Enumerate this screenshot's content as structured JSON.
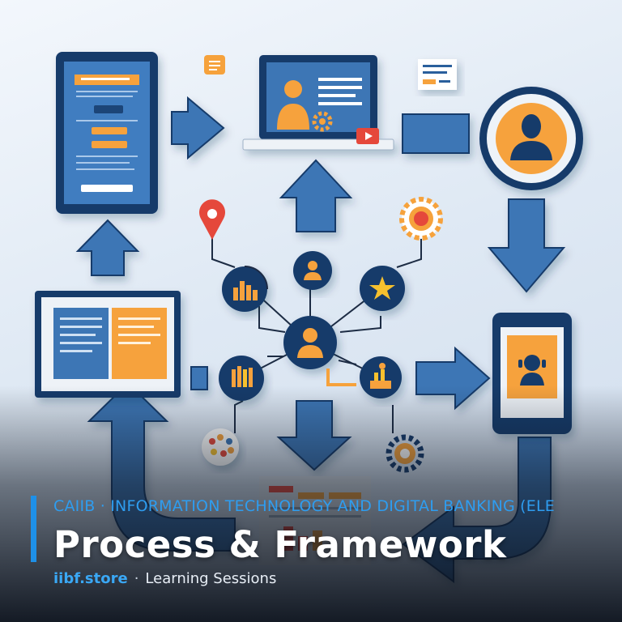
{
  "caption": {
    "category": "CAIIB  ·  INFORMATION TECHNOLOGY AND DIGITAL BANKING (ELE",
    "title": "Process & Framework",
    "brand": "iibf.store",
    "separator": "·",
    "subtitle": "Learning Sessions"
  },
  "colors": {
    "navy": "#173b6b",
    "blue": "#3d76b5",
    "light_blue": "#5b93cf",
    "orange": "#f6a23c",
    "accent": "#1e90e8",
    "white": "#ffffff"
  },
  "icons": [
    "tablet-form-icon",
    "laptop-user-icon",
    "user-avatar-icon",
    "chat-bubble-icon",
    "document-card-icon",
    "location-pin-icon",
    "gear-icon",
    "chart-icon",
    "user-icon",
    "star-icon",
    "open-book-icon",
    "phone-support-icon",
    "books-icon",
    "trophy-icon",
    "palette-icon",
    "cog-icon",
    "report-board-icon",
    "video-icon"
  ]
}
